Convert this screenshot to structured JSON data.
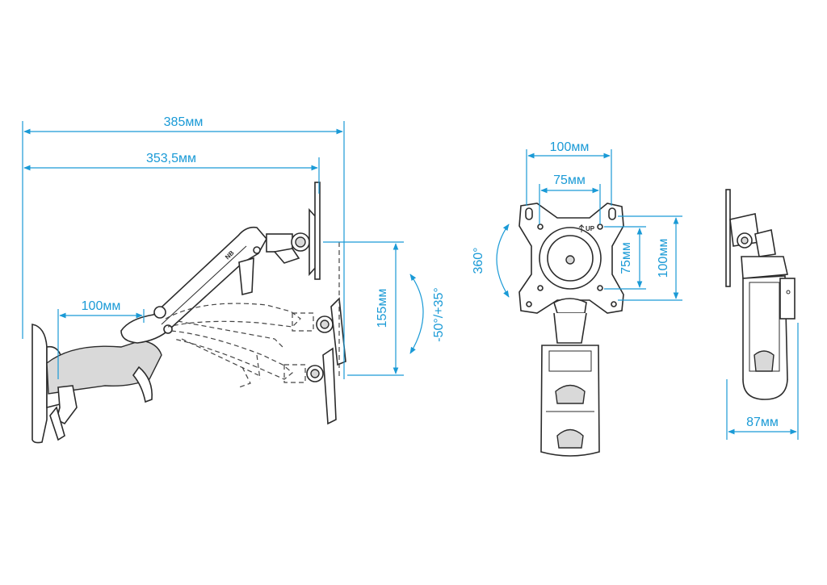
{
  "side_view": {
    "dim_total": "385мм",
    "dim_reach": "353,5мм",
    "dim_arm": "100мм",
    "dim_height": "155мм",
    "dim_tilt": "-50°/+35°"
  },
  "front_view": {
    "dim_vesa_outer_h": "100мм",
    "dim_vesa_inner_h": "75мм",
    "dim_vesa_inner_v": "75мм",
    "dim_vesa_outer_v": "100мм",
    "dim_rotation": "360°",
    "up_label": "UP"
  },
  "rear_view": {
    "dim_depth": "87мм"
  },
  "colors": {
    "dimension": "#1a9ad6",
    "outline": "#2b2b2b"
  }
}
